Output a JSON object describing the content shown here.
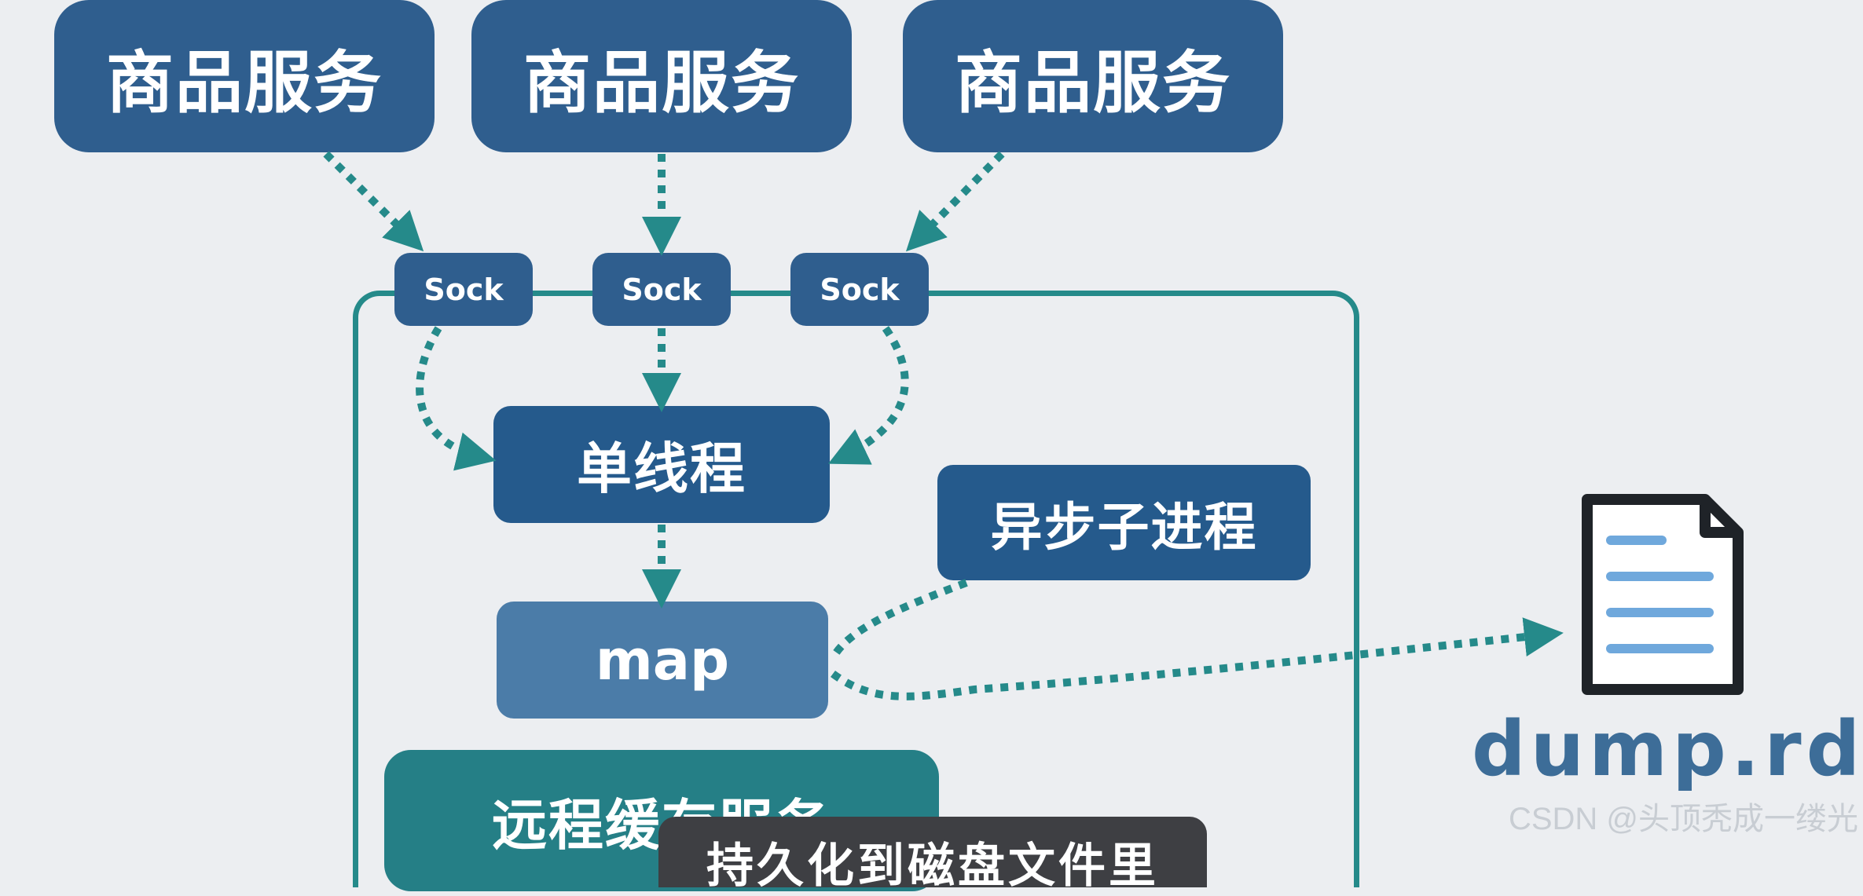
{
  "services": [
    {
      "label": "商品服务"
    },
    {
      "label": "商品服务"
    },
    {
      "label": "商品服务"
    }
  ],
  "sockets": [
    {
      "label": "Sock"
    },
    {
      "label": "Sock"
    },
    {
      "label": "Sock"
    }
  ],
  "single_thread": {
    "label": "单线程"
  },
  "async_process": {
    "label": "异步子进程"
  },
  "map": {
    "label": "map"
  },
  "remote_cache": {
    "label": "远程缓存服务"
  },
  "dump_file": {
    "label": "dump.rdb"
  },
  "subtitle": {
    "text": "持久化到磁盘文件里"
  },
  "watermark": {
    "text": "CSDN @头顶秃成一缕光"
  },
  "colors": {
    "node": "#2f5e8e",
    "map_node": "#4b7ca8",
    "teal": "#258a8a",
    "file_outline": "#1f2328",
    "file_lines": "#6fa8dc"
  }
}
